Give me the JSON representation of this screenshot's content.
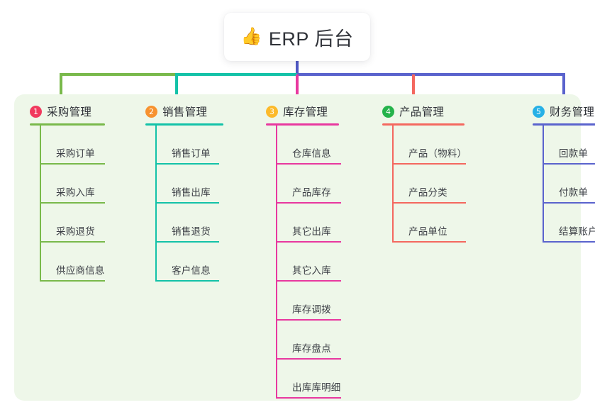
{
  "title": {
    "icon": "thumbs-up-icon",
    "icon_glyph": "👍",
    "text": "ERP 后台"
  },
  "palette": {
    "page_background": "#ffffff",
    "panel_background": "#eef7e9",
    "title_text": "#2f3238",
    "center_wire": "#4f58c4",
    "bus_segments": [
      "#79b94b",
      "#13c2a8",
      "#5a63cd"
    ],
    "column_colors": [
      "#79b94b",
      "#13c2a8",
      "#e8389f",
      "#f4685f",
      "#5a63cd"
    ],
    "badge_colors": [
      "#f13a5e",
      "#f7922f",
      "#fcba2b",
      "#25b34b",
      "#26b0e6"
    ]
  },
  "columns": [
    {
      "index": "1",
      "badge_color": "#f13a5e",
      "accent": "#79b94b",
      "title": "采购管理",
      "items": [
        "采购订单",
        "采购入库",
        "采购退货",
        "供应商信息"
      ]
    },
    {
      "index": "2",
      "badge_color": "#f7922f",
      "accent": "#13c2a8",
      "title": "销售管理",
      "items": [
        "销售订单",
        "销售出库",
        "销售退货",
        "客户信息"
      ]
    },
    {
      "index": "3",
      "badge_color": "#fcba2b",
      "accent": "#e8389f",
      "title": "库存管理",
      "items": [
        "仓库信息",
        "产品库存",
        "其它出库",
        "其它入库",
        "库存调拨",
        "库存盘点",
        "出库库明细"
      ]
    },
    {
      "index": "4",
      "badge_color": "#25b34b",
      "accent": "#f4685f",
      "title": "产品管理",
      "items": [
        "产品（物料）",
        "产品分类",
        "产品单位"
      ]
    },
    {
      "index": "5",
      "badge_color": "#26b0e6",
      "accent": "#5a63cd",
      "title": "财务管理",
      "items": [
        "回款单",
        "付款单",
        "结算账户"
      ]
    }
  ]
}
